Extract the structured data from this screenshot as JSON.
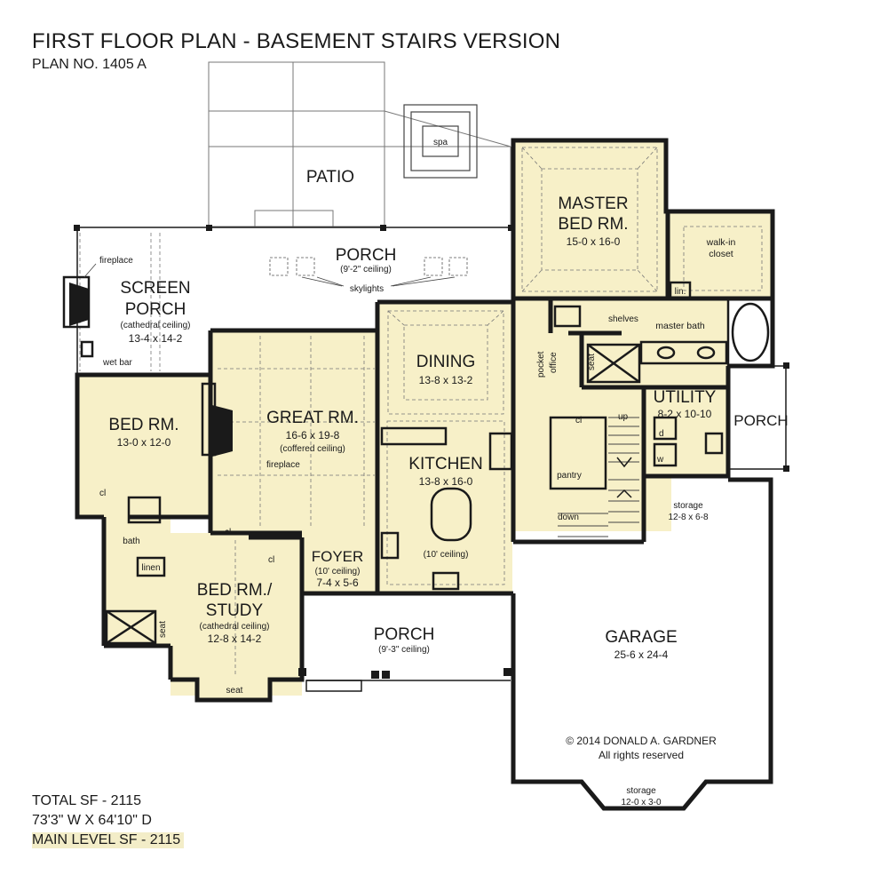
{
  "header": {
    "title": "FIRST FLOOR PLAN - BASEMENT STAIRS VERSION",
    "plan_no": "PLAN NO. 1405 A"
  },
  "stats": {
    "total_sf": "TOTAL SF - 2115",
    "dimensions": "73'3\" W X 64'10\" D",
    "main_level_sf": "MAIN LEVEL SF - 2115"
  },
  "colors": {
    "room_fill": "#f7f0c8",
    "wall": "#1a1a1a",
    "line": "#666666",
    "highlight": "#f3edc8"
  },
  "rooms": {
    "patio": {
      "name": "PATIO"
    },
    "spa": {
      "name": "spa"
    },
    "master": {
      "name1": "MASTER",
      "name2": "BED RM.",
      "dim": "15-0 x 16-0"
    },
    "walkin": {
      "name1": "walk-in",
      "name2": "closet"
    },
    "lin": {
      "name": "lin."
    },
    "porch_rear": {
      "name": "PORCH",
      "note": "(9'-2\" ceiling)",
      "skylights": "skylights"
    },
    "screen_porch": {
      "name1": "SCREEN",
      "name2": "PORCH",
      "note": "(cathedral ceiling)",
      "dim": "13-4 x 14-2"
    },
    "fireplace_sp": {
      "name": "fireplace"
    },
    "wet_bar": {
      "name": "wet bar"
    },
    "shelves": {
      "name": "shelves"
    },
    "master_bath": {
      "name": "master bath"
    },
    "pocket_office": {
      "name1": "pocket",
      "name2": "office"
    },
    "seat_mb": {
      "name": "seat"
    },
    "dining": {
      "name": "DINING",
      "dim": "13-8 x 13-2"
    },
    "great": {
      "name": "GREAT RM.",
      "dim": "16-6 x 19-8",
      "note": "(coffered ceiling)",
      "fireplace": "fireplace"
    },
    "bed": {
      "name": "BED RM.",
      "dim": "13-0 x 12-0",
      "cl": "cl"
    },
    "utility": {
      "name": "UTILITY",
      "dim": "8-2 x 10-10",
      "d": "d",
      "w": "w"
    },
    "porch_side": {
      "name": "PORCH"
    },
    "cl_kitchen": {
      "name": "cl"
    },
    "up": {
      "name": "up"
    },
    "pantry": {
      "name": "pantry"
    },
    "down": {
      "name": "down"
    },
    "kitchen": {
      "name": "KITCHEN",
      "dim": "13-8 x 16-0",
      "note": "(10' ceiling)"
    },
    "storage_top": {
      "name": "storage",
      "dim": "12-8 x 6-8"
    },
    "bath": {
      "name": "bath",
      "linen": "linen",
      "seat": "seat"
    },
    "cl_a": {
      "name": "cl"
    },
    "cl_b": {
      "name": "cl"
    },
    "foyer": {
      "name": "FOYER",
      "note": "(10' ceiling)",
      "dim": "7-4 x 5-6"
    },
    "study": {
      "name1": "BED RM./",
      "name2": "STUDY",
      "note": "(cathedral ceiling)",
      "dim": "12-8 x 14-2",
      "seat": "seat"
    },
    "porch_front": {
      "name": "PORCH",
      "note": "(9'-3\" ceiling)"
    },
    "garage": {
      "name": "GARAGE",
      "dim": "25-6 x 24-4"
    },
    "copyright": {
      "line1": "© 2014 DONALD A. GARDNER",
      "line2": "All rights reserved"
    },
    "storage_bottom": {
      "name": "storage",
      "dim": "12-0 x 3-0"
    }
  }
}
